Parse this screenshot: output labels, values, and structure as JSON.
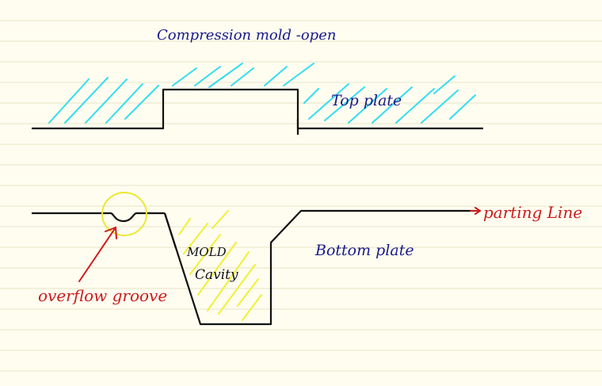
{
  "title": "Compression mold -open",
  "labels": {
    "top_plate": "Top plate",
    "bottom_plate": "Bottom plate",
    "mold_cavity_line1": "MOLD",
    "mold_cavity_line2": "Cavity",
    "parting_line": "parting Line",
    "overflow_groove": "overflow groove"
  },
  "colors": {
    "paper": "#fefdf0",
    "rule_lines": "#e8e4c8",
    "outline": "#111111",
    "top_hatch": "#33ddee",
    "cavity_hatch": "#f2f036",
    "highlight_circle": "#ece832",
    "title_ink": "#1a1a8c",
    "label_ink": "#1a1a8c",
    "annotation_red": "#cc1b1b"
  }
}
